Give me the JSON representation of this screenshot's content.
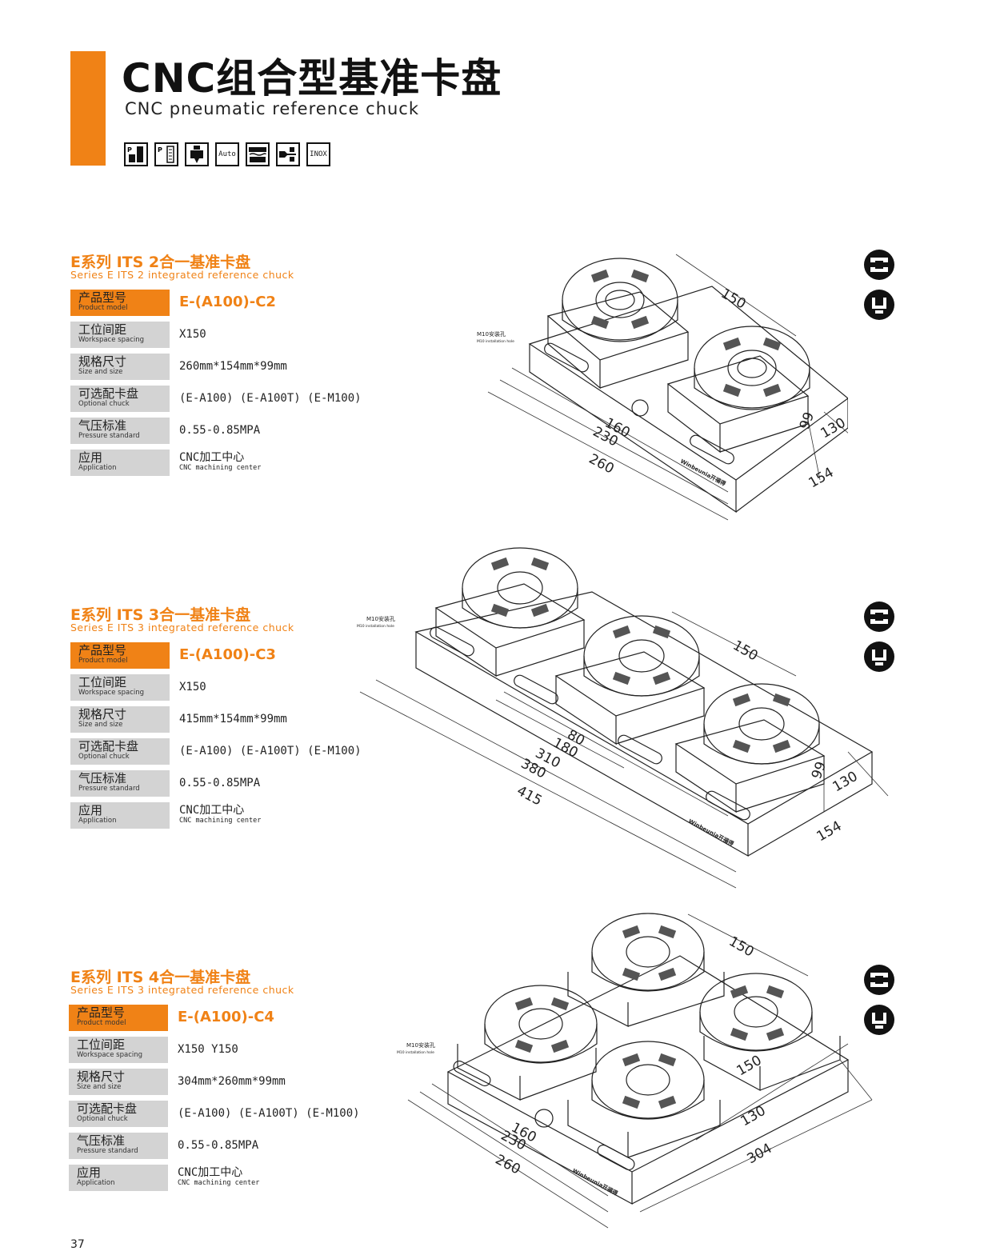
{
  "header": {
    "title": "CNC组合型基准卡盘",
    "subtitle": "CNC pneumatic reference chuck",
    "feature_icons": [
      "pressure-icon",
      "pressure-time-icon",
      "clamp-icon",
      "Auto",
      "cleaning-icon",
      "gripper-icon",
      "INOX"
    ],
    "auto_label": "Auto",
    "inox_label": "INOX",
    "accent_color": "#f08216"
  },
  "sections": [
    {
      "title": "E系列 ITS 2合一基准卡盘",
      "subtitle": "Series E ITS 2 integrated reference chuck",
      "rows": [
        {
          "zh": "产品型号",
          "en": "Product model",
          "value": "E-(A100)-C2"
        },
        {
          "zh": "工位间距",
          "en": "Workspace spacing",
          "value": "X150"
        },
        {
          "zh": "规格尺寸",
          "en": "Size and size",
          "value": "260mm*154mm*99mm"
        },
        {
          "zh": "可选配卡盘",
          "en": "Optional chuck",
          "value": "(E-A100) (E-A100T) (E-M100)"
        },
        {
          "zh": "气压标准",
          "en": "Pressure standard",
          "value": "0.55-0.85MPA"
        },
        {
          "zh": "应用",
          "en": "Application",
          "value": "CNC加工中心",
          "value_en": "CNC machining center"
        }
      ],
      "drawing": {
        "hole_label": "M10安装孔",
        "hole_label_en": "M10 installation hole",
        "dims": [
          "150",
          "160",
          "230",
          "260",
          "99",
          "130",
          "154"
        ],
        "brand": "Winbeunia开福得"
      }
    },
    {
      "title": "E系列 ITS 3合一基准卡盘",
      "subtitle": "Series E ITS 3 integrated reference chuck",
      "rows": [
        {
          "zh": "产品型号",
          "en": "Product model",
          "value": "E-(A100)-C3"
        },
        {
          "zh": "工位间距",
          "en": "Workspace spacing",
          "value": "X150"
        },
        {
          "zh": "规格尺寸",
          "en": "Size and size",
          "value": "415mm*154mm*99mm"
        },
        {
          "zh": "可选配卡盘",
          "en": "Optional chuck",
          "value": "(E-A100) (E-A100T) (E-M100)"
        },
        {
          "zh": "气压标准",
          "en": "Pressure standard",
          "value": "0.55-0.85MPA"
        },
        {
          "zh": "应用",
          "en": "Application",
          "value": "CNC加工中心",
          "value_en": "CNC machining center"
        }
      ],
      "drawing": {
        "hole_label": "M10安装孔",
        "hole_label_en": "M10 installation hole",
        "dims": [
          "150",
          "80",
          "180",
          "310",
          "380",
          "415",
          "99",
          "130",
          "154"
        ],
        "brand": "Winbeunia开福得"
      }
    },
    {
      "title": "E系列 ITS 4合一基准卡盘",
      "subtitle": "Series E ITS 3 integrated reference chuck",
      "rows": [
        {
          "zh": "产品型号",
          "en": "Product model",
          "value": "E-(A100)-C4"
        },
        {
          "zh": "工位间距",
          "en": "Workspace spacing",
          "value": "X150 Y150"
        },
        {
          "zh": "规格尺寸",
          "en": "Size and size",
          "value": "304mm*260mm*99mm"
        },
        {
          "zh": "可选配卡盘",
          "en": "Optional chuck",
          "value": "(E-A100) (E-A100T) (E-M100)"
        },
        {
          "zh": "气压标准",
          "en": "Pressure standard",
          "value": "0.55-0.85MPA"
        },
        {
          "zh": "应用",
          "en": "Application",
          "value": "CNC加工中心",
          "value_en": "CNC machining center"
        }
      ],
      "drawing": {
        "hole_label": "M10安装孔",
        "hole_label_en": "M10 installation hole",
        "dims": [
          "150",
          "150",
          "160",
          "230",
          "260",
          "130",
          "304"
        ],
        "brand": "Winbeunia开福得"
      }
    }
  ],
  "page_number": "37"
}
